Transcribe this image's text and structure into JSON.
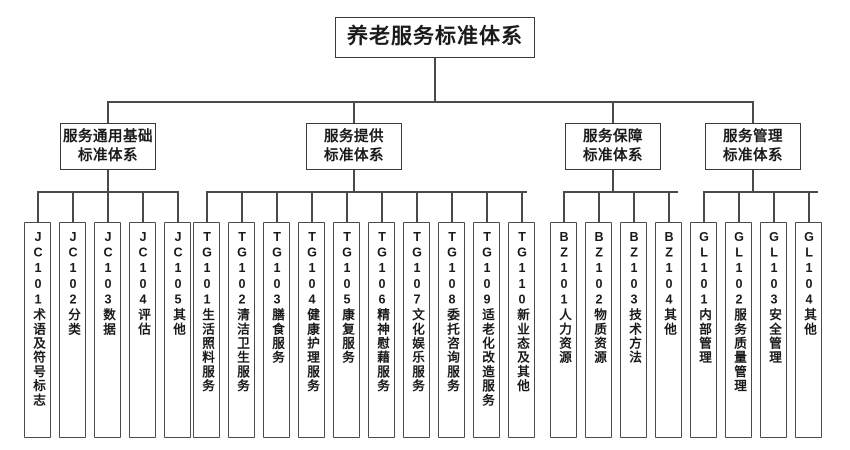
{
  "diagram": {
    "title": "养老服务标准体系",
    "root": {
      "label": "养老服务标准体系"
    },
    "categories": [
      {
        "id": "JC",
        "label": "服务通用基础\n标准体系"
      },
      {
        "id": "TG",
        "label": "服务提供\n标准体系"
      },
      {
        "id": "BZ",
        "label": "服务保障\n标准体系"
      },
      {
        "id": "GL",
        "label": "服务管理\n标准体系"
      }
    ],
    "leaves": {
      "JC": [
        {
          "code": "JC101",
          "label": "术语及符号标志"
        },
        {
          "code": "JC102",
          "label": "分类"
        },
        {
          "code": "JC103",
          "label": "数据"
        },
        {
          "code": "JC104",
          "label": "评估"
        },
        {
          "code": "JC105",
          "label": "其他"
        }
      ],
      "TG": [
        {
          "code": "TG101",
          "label": "生活照料服务"
        },
        {
          "code": "TG102",
          "label": "清洁卫生服务"
        },
        {
          "code": "TG103",
          "label": "膳食服务"
        },
        {
          "code": "TG104",
          "label": "健康护理服务"
        },
        {
          "code": "TG105",
          "label": "康复服务"
        },
        {
          "code": "TG106",
          "label": "精神慰藉服务"
        },
        {
          "code": "TG107",
          "label": "文化娱乐服务"
        },
        {
          "code": "TG108",
          "label": "委托咨询服务"
        },
        {
          "code": "TG109",
          "label": "适老化改造服务"
        },
        {
          "code": "TG110",
          "label": "新业态及其他"
        }
      ],
      "BZ": [
        {
          "code": "BZ101",
          "label": "人力资源"
        },
        {
          "code": "BZ102",
          "label": "物质资源"
        },
        {
          "code": "BZ103",
          "label": "技术方法"
        },
        {
          "code": "BZ104",
          "label": "其他"
        }
      ],
      "GL": [
        {
          "code": "GL101",
          "label": "内部管理"
        },
        {
          "code": "GL102",
          "label": "服务质量管理"
        },
        {
          "code": "GL103",
          "label": "安全管理"
        },
        {
          "code": "GL104",
          "label": "其他"
        }
      ]
    },
    "colors": {
      "border": "#3a3a3a",
      "line": "#4a4a4a",
      "background": "#ffffff",
      "text": "#1a1a1a"
    }
  }
}
